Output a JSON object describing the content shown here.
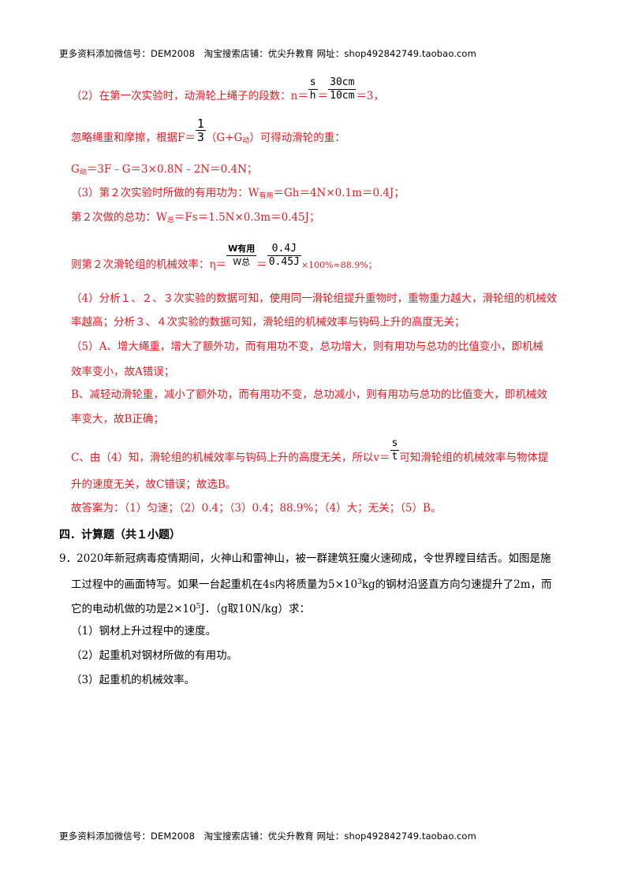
{
  "header_text": "更多资料添加微信号：DEM2008　淘宝搜索店铺：优尖升教育 网址：shop492842749.taobao.com",
  "footer_text": "更多资料添加微信号：DEM2008　淘宝搜索店铺：优尖升教育 网址：shop492842749.taobao.com",
  "solution": {
    "p2_a": "（2）在第一次实验时，动滑轮上绳子的段数：n＝",
    "p2_frac1_num": "s",
    "p2_frac1_den": "h",
    "p2_eq": "＝",
    "p2_frac2_num": "30cm",
    "p2_frac2_den": "10cm",
    "p2_end": "＝3，",
    "p2_b_pre": "忽略绳重和摩擦，根据F＝",
    "p2_b_frac_num": "1",
    "p2_b_frac_den": "3",
    "p2_b_post": "（G+G",
    "p2_b_sub": "动",
    "p2_b_end": "）可得动滑轮的重：",
    "p2_c_pre": "G",
    "p2_c_sub": "动",
    "p2_c_post": "＝3F﹣G＝3×0.8N﹣2N＝0.4N；",
    "p3_a_pre": "（3）第２次实验时所做的有用功为：W",
    "p3_a_sub": "有用",
    "p3_a_post": "＝Gh＝4N×0.1m＝0.4J；",
    "p3_b_pre": "第２次做的总功：W",
    "p3_b_sub": "总",
    "p3_b_post": "＝Fs＝1.5N×0.3m＝0.45J；",
    "p3_c_pre": "则第２次滑轮组的机械效率：η＝",
    "p3_c_frac1_num": "W有用",
    "p3_c_frac1_den": "W总",
    "p3_c_eq": "＝",
    "p3_c_frac2_num": "0.4J",
    "p3_c_frac2_den": "0.45J",
    "p3_c_post": "×100%≈88.9%；",
    "p4_l1": "（4）分析１、２、３次实验的数据可知，使用同一滑轮组提升重物时，重物重力越大，滑轮组的机械效",
    "p4_l2": "率越高；分析３、４次实验的数据可知，滑轮组的机械效率与钩码上升的高度无关；",
    "p5_l1": "（5）A、增大绳重，增大了额外功，而有用功不变，总功增大，则有用功与总功的比值变小，即机械",
    "p5_l2": "效率变小，故A错误；",
    "p5_l3": "B、减轻动滑轮重，减小了额外功，而有用功不变，总功减小，则有用功与总功的比值变大，即机械效",
    "p5_l4": "率变大，故B正确；",
    "p5_l5_pre": "C、由（4）知，滑轮组的机械效率与钩码上升的高度无关，所以v＝",
    "p5_l5_frac_num": "s",
    "p5_l5_frac_den": "t",
    "p5_l5_post": "可知滑轮组的机械效率与物体提",
    "p5_l6": "升的速度无关，故C错误；故选B。",
    "answer": "故答案为：（1）匀速；（2）0.4；（3）0.4；88.9%；（4）大；无关；（5）B。"
  },
  "section_title": "四．计算题（共１小题）",
  "question": {
    "l1": "9．2020年新冠病毒疫情期间，火神山和雷神山，被一群建筑狂魔火速砌成，令世界瞠目结舌。如图是施",
    "l2_pre": "工过程中的画面特写。如果一台起重机在4s内将质量为5×10",
    "l2_sup": "3",
    "l2_post": "kg的钢材沿竖直方向匀速提升了2m，而",
    "l3_pre": "它的电动机做的功是2×10",
    "l3_sup": "5",
    "l3_post": "J．（g取10N/kg）求：",
    "q1": "（1）钢材上升过程中的速度。",
    "q2": "（2）起重机对钢材所做的有用功。",
    "q3": "（3）起重机的机械效率。"
  }
}
